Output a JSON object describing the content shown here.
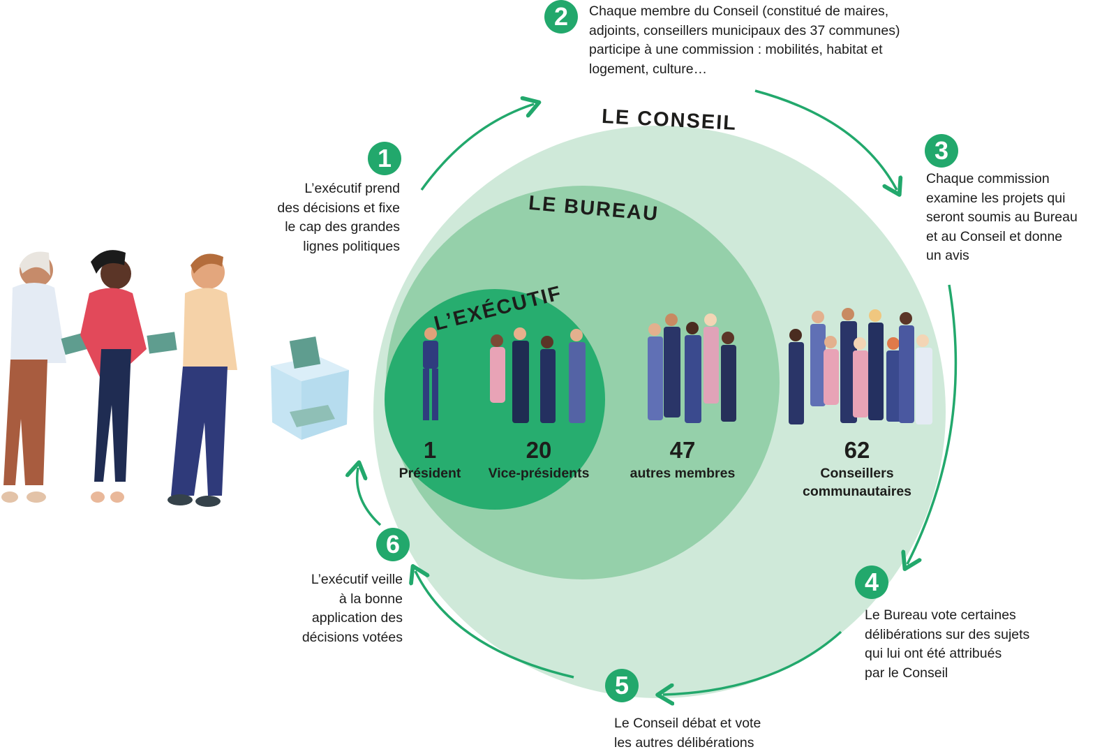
{
  "titles": {
    "conseil": "LE CONSEIL",
    "bureau": "LE BUREAU",
    "executif": "L’EXÉCUTIF"
  },
  "counts": [
    {
      "number": "1",
      "label": "Président"
    },
    {
      "number": "20",
      "label": "Vice-présidents"
    },
    {
      "number": "47",
      "label": "autres membres"
    },
    {
      "number": "62",
      "label_lines": [
        "Conseillers",
        "communautaires"
      ]
    }
  ],
  "steps": [
    {
      "number": "1",
      "lines": [
        "L’exécutif prend",
        "des décisions et fixe",
        "le cap des grandes",
        "lignes politiques"
      ]
    },
    {
      "number": "2",
      "lines": [
        "Chaque membre du Conseil (constitué de maires,",
        "adjoints, conseillers municipaux des 37 communes)",
        "participe à une commission : mobilités, habitat et",
        "logement, culture…"
      ]
    },
    {
      "number": "3",
      "lines": [
        "Chaque commission",
        "examine les projets qui",
        "seront soumis au Bureau",
        "et au Conseil et donne",
        "un avis"
      ]
    },
    {
      "number": "4",
      "lines": [
        "Le Bureau vote certaines",
        "délibérations sur des sujets",
        "qui lui ont été attribués",
        "par le Conseil"
      ]
    },
    {
      "number": "5",
      "lines": [
        "Le Conseil débat et vote",
        "les autres délibérations"
      ]
    },
    {
      "number": "6",
      "lines": [
        "L’exécutif veille",
        "à la bonne",
        "application des",
        "décisions votées"
      ]
    }
  ],
  "colors": {
    "accent": "#22a86c",
    "conseil_fill": "#cfe9d9",
    "bureau_fill": "#95d0aa",
    "executif_fill": "#27ad6f"
  }
}
